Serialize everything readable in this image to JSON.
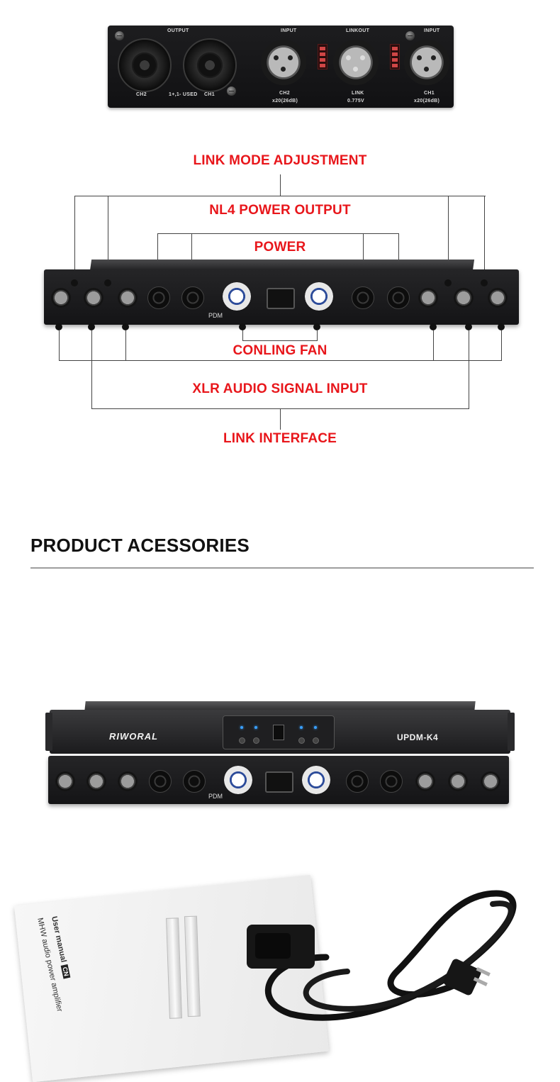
{
  "closeup": {
    "output_label": "OUTPUT",
    "input_label_left": "INPUT",
    "linkout_label": "LINKOUT",
    "input_label_right": "INPUT",
    "ch2_output": "CH2",
    "used_note": "1+,1- USED",
    "ch1_output": "CH1",
    "ch2_input": "CH2",
    "gain_left": "x20(26dB)",
    "link_label": "LINK",
    "link_voltage": "0.775V",
    "ch1_input": "CH1",
    "gain_right": "x20(26dB)"
  },
  "diagram": {
    "label_link_mode": "LINK MODE ADJUSTMENT",
    "label_nl4": "NL4 POWER OUTPUT",
    "label_power": "POWER",
    "label_fan": "CONLING FAN",
    "label_xlr": "XLR AUDIO SIGNAL INPUT",
    "label_link_interface": "LINK INTERFACE",
    "amp_brand_text": "PDM"
  },
  "accessories": {
    "heading": "PRODUCT ACESSORIES",
    "front_brand": "RIWORAL",
    "front_model": "UPDM-K4",
    "back_brand_text": "PDM",
    "manual_title": "User manual",
    "manual_lang": "CN",
    "manual_subtitle": "MHW audio power amplifier"
  },
  "colors": {
    "label_red": "#e8161b",
    "panel_dark": "#141416",
    "divider_gray": "#9e9e9e",
    "led_blue": "#3aa0ff"
  }
}
